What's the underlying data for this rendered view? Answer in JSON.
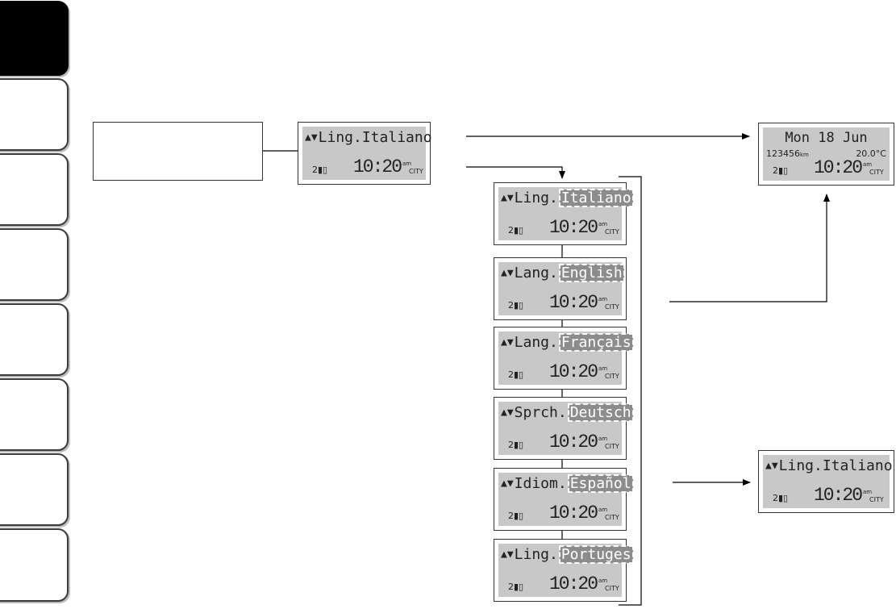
{
  "side_tabs": [
    {
      "state": "active"
    },
    {
      "state": "inactive"
    },
    {
      "state": "inactive"
    },
    {
      "state": "inactive"
    },
    {
      "state": "inactive"
    },
    {
      "state": "inactive"
    },
    {
      "state": "inactive"
    },
    {
      "state": "inactive"
    }
  ],
  "start_display": {
    "prefix": "Lin",
    "label": "g.Italiano"
  },
  "language_options": [
    {
      "prefix": "Ling.",
      "value": "Italiano"
    },
    {
      "prefix": "Lang.",
      "value": "English"
    },
    {
      "prefix": "Lang.",
      "value": "Français"
    },
    {
      "prefix": "Sprch.",
      "value": "Deutsch"
    },
    {
      "prefix": "Idiom.",
      "value": "Español"
    },
    {
      "prefix": "Ling.",
      "value": "Portuges"
    }
  ],
  "status_line": {
    "indicator": "2▮▯",
    "time": "10:20",
    "ampm": "am",
    "mode": "CITY"
  },
  "date_display": {
    "date": "Mon 18 Jun",
    "odometer": "123456",
    "odometer_unit": "km",
    "temperature": "20.0°C"
  },
  "result_display": {
    "text": "Ling.Italiano"
  },
  "colors": {
    "lcd_background": "#c8c8c8",
    "highlight": "#8c8c8c",
    "frame": "#333333",
    "active_tab": "#000000"
  }
}
